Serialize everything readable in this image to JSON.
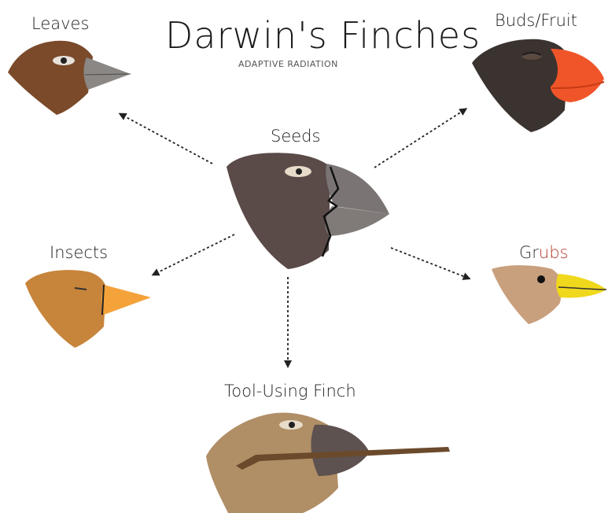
{
  "title": "Darwin's Finches",
  "subtitle": "ADAPTIVE RADIATION",
  "center": {
    "label": "Seeds"
  },
  "finches": {
    "leaves": {
      "label": "Leaves"
    },
    "buds": {
      "label": "Buds/Fruit"
    },
    "insects": {
      "label": "Insects"
    },
    "grubs": {
      "label_part1": "Gr",
      "label_part2": "ubs"
    },
    "tool": {
      "label": "Tool-Using Finch"
    }
  },
  "colors": {
    "leaves_head": "#7a4a2a",
    "seeds_head": "#5a4a48",
    "buds_head": "#3a332f",
    "buds_beak": "#f0552a",
    "insects_head": "#c7843b",
    "insects_beak": "#f4a23a",
    "grubs_head": "#c9a07e",
    "grubs_beak": "#f0d81c",
    "tool_head": "#b08e66",
    "tool_stick": "#6b4a2c",
    "arrow": "#222222"
  }
}
